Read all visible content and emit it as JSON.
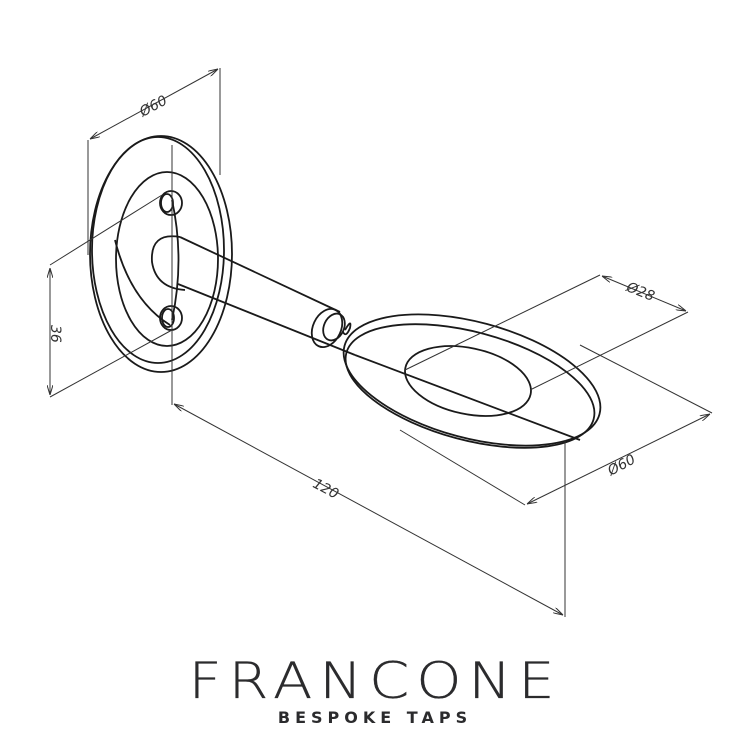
{
  "drawing": {
    "dimensions": {
      "back_plate_diameter": "Ø60",
      "screw_spacing": "36",
      "projection_length": "120",
      "spout_inner_diameter": "Ø28",
      "spout_outer_diameter": "Ø60"
    }
  },
  "brand": {
    "name": "FRANCONE",
    "tagline": "BESPOKE TAPS"
  }
}
